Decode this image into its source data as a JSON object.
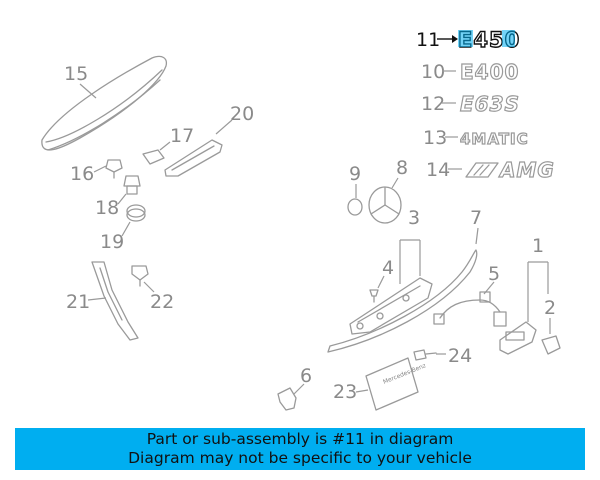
{
  "callouts": {
    "c1": "1",
    "c2": "2",
    "c3": "3",
    "c4": "4",
    "c5": "5",
    "c6": "6",
    "c7": "7",
    "c8": "8",
    "c9": "9",
    "c10": "10",
    "c11": "11",
    "c12": "12",
    "c13": "13",
    "c14": "14",
    "c15": "15",
    "c16": "16",
    "c17": "17",
    "c18": "18",
    "c19": "19",
    "c20": "20",
    "c21": "21",
    "c22": "22",
    "c23": "23",
    "c24": "24"
  },
  "emblems": {
    "e450": "E450",
    "e400": "E400",
    "e63s": "E63S",
    "matic": "4MATIC",
    "amg": "AMG"
  },
  "highlight_part": "11",
  "highlight_color": "#00aef0",
  "plate_text": "Mercedes-Benz",
  "banner": {
    "line1": "Part or sub-assembly is #11 in diagram",
    "line2": "Diagram may not be specific to your vehicle",
    "color": "#00aef0"
  }
}
